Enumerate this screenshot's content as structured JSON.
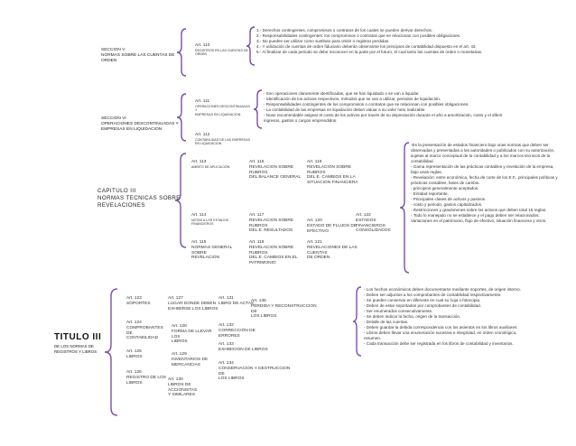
{
  "sections": [
    {
      "id": "s5",
      "label": [
        "SECCION V",
        "NORMAS SOBRE LAS CUENTAS DE",
        "ORDEN"
      ]
    },
    {
      "id": "s6",
      "label": [
        "SECCION VI",
        "OPERACIONES DESCONTINUADAS Y",
        "EMPRESAS EN LIQUIDACION"
      ]
    }
  ],
  "cap3": [
    "CAPITULO III",
    "NORMAS  TECNICAS  SOBRE",
    "REVELACIONES"
  ],
  "titulo": {
    "main": "TITULO III",
    "sub": [
      "DE      LOS      NORMAS      DE",
      "REGISTROS Y LIBROS"
    ]
  },
  "s5_art": {
    "h": "Art. 110",
    "d": [
      "REGISTROS EN LAS CUENTAS DE",
      "ORDEN"
    ]
  },
  "s5_list": [
    "1.- Derechos contingentes, compromisos o contratos de los cuales se pueden derivar derechos.",
    "2.- Responsabilidades contingentes: los compromisos o contratos que se relacionan con posibles obligaciones.",
    "3.- No pueden ser utilizar como sustituto para omitir o registrar perdidas.",
    "4.- Y utilización de cuentas de orden fiduciario deberán observarse los principios de contabilidad dispuesto en el art. 43.",
    "5.- Al finalizar de cada periodo se debe reconocer en la parte por el futuro, el cual tanto las cuentas de orden o monetarias."
  ],
  "s6_arts": [
    {
      "h": "Art. 111",
      "d": [
        "OPERACIONES DESCONTINUADAS Y",
        "EMPRESAS EN LIQUIDACION"
      ]
    },
    {
      "h": "Art. 112",
      "d": [
        "CONTABILIDAD DE LAS EMPRESAS",
        "EN LIQUIDACION"
      ]
    }
  ],
  "s6_list": [
    "- Son operaciones claramente identificadas, que se han liquidado o se van a liquidar.",
    "- Identificación de los activos respectivos, métodos que se van a utilizar, periodos de liquidación.",
    "- Responsabilidades contingentes de los compromisos o contratos que se relacionan con posibles obligaciones.",
    "- La contabilidad de las empresas en liquidación deben valuar a su valor neto realizable.",
    "- Nose recomendable asignar el costo de los activos por través de su depreciación durante el año a amortización, costo y el diferir",
    "  ingresos, gastos o cargos emprendidos."
  ],
  "cap3_arts": [
    {
      "h": "Art. 113",
      "d": [
        "AMBITO DE APLICACIÓN"
      ]
    },
    {
      "h": "Art. 114",
      "d": [
        "NOTAS A LOS ESTADOS",
        "FINANCIEROS"
      ]
    },
    {
      "h": "Art. 115",
      "d": [
        "NORMAS GENERAL SOBRE",
        "REVELACION"
      ]
    },
    {
      "h": "Art. 116",
      "d": [
        "REVELACION SOBRE RUBROS",
        "DEL BALANCE GENERAL"
      ]
    },
    {
      "h": "Art. 117",
      "d": [
        "REVELACION SOBRE RUBROS",
        "DEL E. RESULTADOS"
      ]
    },
    {
      "h": "Art. 118",
      "d": [
        "REVELACION SOBRE RUBROS",
        "DEL E. CAMBIOS EN EL",
        "PATRIMONIO"
      ]
    },
    {
      "h": "Art. 119",
      "d": [
        "REVELACION SOBRE RUBROS",
        "DEL E. CAMBIOS EN LA",
        "SITUACION FINANCIERA"
      ]
    },
    {
      "h": "Art. 120",
      "d": [
        "ESTADO DE FLUJOS DE",
        "EFECTIVO"
      ]
    },
    {
      "h": "Art. 121",
      "d": [
        "REVELACIONES DE LAS CUENTAS",
        "DE ORDEN"
      ]
    },
    {
      "h": "Art. 122",
      "d": [
        "ESTADOS FINANCIEROS",
        "CONSOLIDADOS"
      ]
    }
  ],
  "cap3_list": [
    "-Es la presentación de estados financiero bajo unas normas que deben ser",
    "observadas y presentadas a las autoridades o publicados con su autorización,",
    "sujetas al marco conceptual de la contabilidad y a los marcos técnicos de la",
    "contabilidad.",
    "- Gama representación de las prácticas contables y revelación de la empresa,",
    "bajo unas reglas.",
    "- Revelación: entre económica, fecha de corte de los E.F., principales políticas y",
    "prácticas contables, fases de cambio.",
    "- principios generalmente aceptados.",
    "- Entidad reportante.",
    "- Principales clases de activos y pasivos.",
    "- costo y periodo, gastos capitalizados.",
    "- Restricciones y gravámenes sobre los activos que deben total 15 reglas.",
    "- Todo lo manejado no se establece y el pago deben ser relacionados.",
    "Variaciones en el patrimonio, flujo de efectivo, situación financiera y otros."
  ],
  "t3_arts": [
    {
      "h": "Art. 123",
      "d": [
        "SOPORTES"
      ]
    },
    {
      "h": "Art. 124",
      "d": [
        "COMPROBANTES DE",
        "CONTABILIDAD"
      ]
    },
    {
      "h": "Art. 125",
      "d": [
        "LIBROS"
      ]
    },
    {
      "h": "Art. 126",
      "d": [
        "REGISTRO DE LOS",
        "LIBROS"
      ]
    },
    {
      "h": "Art. 127",
      "d": [
        "LUGAR DONDE DEBEN",
        "EXHIBIRSE LOS LIBROS"
      ]
    },
    {
      "h": "Art. 128",
      "d": [
        "FORMA DE LLEVAR LOS",
        "LIBROS"
      ]
    },
    {
      "h": "Art. 129",
      "d": [
        "INVENTARIOS DE",
        "MERCANCIAS"
      ]
    },
    {
      "h": "Art. 130",
      "d": [
        "LIBROS DE ACCIONISTAS",
        "Y SIMILARES"
      ]
    },
    {
      "h": "Art. 131",
      "d": [
        "LIBRO DE ACTAS"
      ]
    },
    {
      "h": "Art. 132",
      "d": [
        "CORRECCIÓN DE ERRORES"
      ]
    },
    {
      "h": "Art. 133",
      "d": [
        "EXHIBICION DE LIBROS"
      ]
    },
    {
      "h": "Art. 134",
      "d": [
        "CONSERVACION Y DESTRUCCION DE",
        "LOS LIBROS"
      ]
    },
    {
      "h": "Art. 135",
      "d": [
        "PÉRDIDA Y RECONSTRUCCION DE",
        "LOS LIBROS"
      ]
    }
  ],
  "t3_list": [
    "- Los hechos económicos deben documentarse mediante soportes, de origen interno.",
    "- Deben ser adjuntos a los comprobantes de contabilidad respectivamente.",
    "- Se pueden conservar en diferente en cual su hoja o fotocopia.",
    "- Deben de estar soportados por comprobantes de contabilidad.",
    "- Ser enumerados consecutivamente.",
    "- Se deben indicar la fecha, origen de la transacción.",
    "- Detalle de las cuentas.",
    "- Deben guardar la debida correspondencia con los asientos en los libros auxiliares.",
    "- Libros deben llevar una enumeración sucesiva e integridad, en orden cronológico,",
    "resumen.",
    "- Cada transacción debe ser registrada en los libros de contabilidad y inventarios."
  ]
}
